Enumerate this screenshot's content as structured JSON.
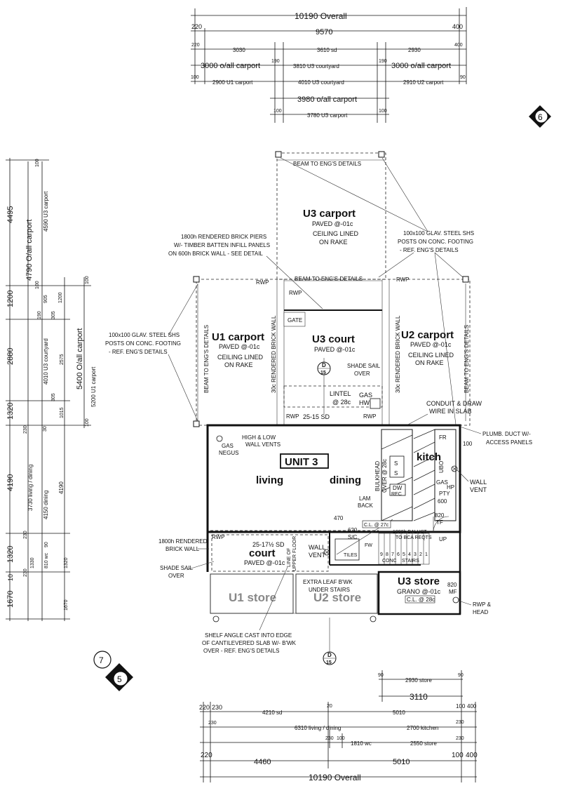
{
  "top_dims": {
    "overall": "10190 Overall",
    "d220": "220",
    "d400": "400",
    "d9570": "9570",
    "d220b": "220",
    "d3030": "3030",
    "d3610sd": "3610 sd",
    "d2930": "2930",
    "d400b": "400",
    "d3000a": "3000 o/all carport",
    "d190a": "190",
    "d3810": "3810 U3 courtyard",
    "d190b": "190",
    "d3000b": "3000 o/all carport",
    "d100a": "100",
    "d2900": "2900 U1 carport",
    "d4010": "4010 U3 courtyard",
    "d2910": "2910 U2 carport",
    "d90": "90",
    "d3980": "3980 o/all carport",
    "d100b": "100",
    "d3780": "3780 U3 carport",
    "d100c": "100"
  },
  "left_dims": {
    "d4495": "4495",
    "d1200": "1200",
    "d2880": "2880",
    "d1320": "1320",
    "d4190": "4190",
    "d1320b": "1320",
    "d10": "10",
    "d1670": "1670",
    "d4790": "4790 O/all carport",
    "d4590": "4590 U3 carport",
    "d5400": "5400 O/all carport",
    "d5200": "5200 U1 carport",
    "d190": "190",
    "d905": "905",
    "d305": "305",
    "d2575": "2575",
    "d4010": "4010 U3 courtyard",
    "d305b": "305",
    "d1015": "1015",
    "d100a": "100",
    "d100b": "100",
    "d100c": "100",
    "d1200b": "1200",
    "d100d": "100",
    "d230": "230",
    "d30": "30",
    "d3730": "3730 living / dining",
    "d4150": "4150 dining",
    "d4190b": "4190",
    "d230b": "230",
    "d1330": "1330",
    "d810": "810 wc",
    "d90": "90",
    "d1320c": "1320",
    "d230c": "230",
    "d1670b": "1670"
  },
  "bottom_dims": {
    "d90a": "90",
    "d2930": "2930 store",
    "d90b": "90",
    "d3110": "3110",
    "d220": "220",
    "d230": "230",
    "d4210": "4210 sd",
    "d20": "20",
    "d5010": "5010",
    "d100": "100",
    "d400": "400",
    "d230b": "230",
    "d6310": "6310 living / dining",
    "d2700": "2700 kitchen",
    "d230c": "230",
    "d230d": "230",
    "d100b": "100",
    "d1810": "1810 wc",
    "d2550": "2550 store",
    "d230e": "230",
    "d220b": "220",
    "d4460": "4460",
    "d5010b": "5010",
    "d100c": "100",
    "d400b": "400",
    "overall": "10190 Overall"
  },
  "rooms": {
    "u3_carport": "U3 carport",
    "u3_carport_paved": "PAVED @-01c",
    "u3_carport_ceil1": "CEILING LINED",
    "u3_carport_ceil2": "ON RAKE",
    "u1_carport": "U1 carport",
    "u1_paved": "PAVED @-01c",
    "u1_ceil1": "CEILING LINED",
    "u1_ceil2": "ON RAKE",
    "u3_court": "U3 court",
    "u3_court_paved": "PAVED @-01c",
    "u2_carport": "U2 carport",
    "u2_paved": "PAVED @-01c",
    "u2_ceil1": "CEILING LINED",
    "u2_ceil2": "ON RAKE",
    "unit3": "UNIT 3",
    "living": "living",
    "dining": "dining",
    "kitch": "kitch",
    "court": "court",
    "court_paved": "PAVED @-01c",
    "u1_store": "U1 store",
    "u2_store": "U2 store",
    "u3_store": "U3 store",
    "u3_store_grano": "GRANO @-01c",
    "u3_store_cl": "C.L. @ 28c"
  },
  "notes": {
    "beam_top": "BEAM TO ENG'S DETAILS",
    "beam_mid": "BEAM TO ENG'S DETAILS",
    "beam_left": "BEAM TO ENG'S DETAILS",
    "beam_right": "BEAM TO ENG'S DETAILS",
    "piers1": "1800h RENDERED BRICK PIERS",
    "piers2": "W/- TIMBER BATTEN INFILL PANELS",
    "piers3": "ON 600h BRICK WALL - SEE DETAIL",
    "posts_r1": "100x100 GLAV. STEEL SHS",
    "posts_r2": "POSTS ON CONC. FOOTING",
    "posts_r3": "- REF. ENG'S DETAILS",
    "posts_l1": "100x100 GLAV. STEEL SHS",
    "posts_l2": "POSTS ON CONC. FOOTING",
    "posts_l3": "- REF. ENG'S DETAILS",
    "rwp1": "RWP",
    "rwp2": "RWP",
    "rwp3": "RWP",
    "rwp4": "RWP",
    "rwp5": "RWP",
    "rwp6": "RWP",
    "gate": "GATE",
    "brick_l": "30c RENDERED BRICK WALL",
    "brick_r": "30c RENDERED BRICK WALL",
    "shade1": "SHADE SAIL",
    "shade2": "OVER",
    "lintel1": "LINTEL",
    "lintel2": "@ 28c",
    "gas1": "GAS",
    "gas2": "HWU",
    "sd": "25-15 SD",
    "conduit1": "CONDUIT & DRAW",
    "conduit2": "WIRE IN SLAB",
    "plumb1": "PLUMB. DUCT W/-",
    "plumb2": "ACCESS PANELS",
    "d100": "100",
    "gas_negus1": "GAS",
    "gas_negus2": "NEGUS",
    "vents": "HIGH & LOW",
    "vents2": "WALL VENTS",
    "bulkhead1": "BULKHEAD",
    "bulkhead2": "OVER @ 28c",
    "dw": "DW",
    "rec": "REC",
    "s1": "S",
    "s2": "S",
    "fr": "FR",
    "ubo": "UBO",
    "gas_hp": "GAS",
    "hp": "HP",
    "pty": "PTY",
    "d600": "600",
    "lam1": "LAM",
    "lam2": "BACK",
    "wall_vent1": "WALL",
    "wall_vent2": "VENT",
    "d820tf": "820",
    "tf": "TF",
    "up": "UP",
    "d470": "470",
    "cl27": "C.L. @ 27c",
    "balust1": "1000h BALUST",
    "balust2": "TO BCA REQTS",
    "d620": "620",
    "sc": "S/C",
    "fw": "FW",
    "tiles": "TILES",
    "conc": "CONC",
    "stairs": "STAIRS",
    "steps": [
      "9",
      "8",
      "7",
      "6",
      "5",
      "4",
      "3",
      "2",
      "1"
    ],
    "wall_vent_b1": "WALL",
    "wall_vent_b2": "VENT",
    "sd2": "25-17½ SD",
    "upper1": "LINE OF",
    "upper2": "UPPER FLOOR",
    "rend1": "1800h RENDERED",
    "rend2": "BRICK WALL",
    "shade_b1": "SHADE SAIL",
    "shade_b2": "OVER",
    "extra1": "EXTRA LEAF B'WK",
    "extra2": "UNDER STAIRS",
    "mf1": "820",
    "mf2": "MF",
    "rwp_head1": "RWP &",
    "rwp_head2": "HEAD",
    "shelf1": "SHELF ANGLE CAST INTO EDGE",
    "shelf2": "OF CANTILEVERED SLAB W/- B'WK",
    "shelf3": "OVER - REF. ENG'S DETAILS",
    "sect_top1": "D",
    "sect_top2": "15",
    "sect_bot1": "D",
    "sect_bot2": "15",
    "marker6": "6",
    "marker7": "7",
    "marker5": "5"
  }
}
